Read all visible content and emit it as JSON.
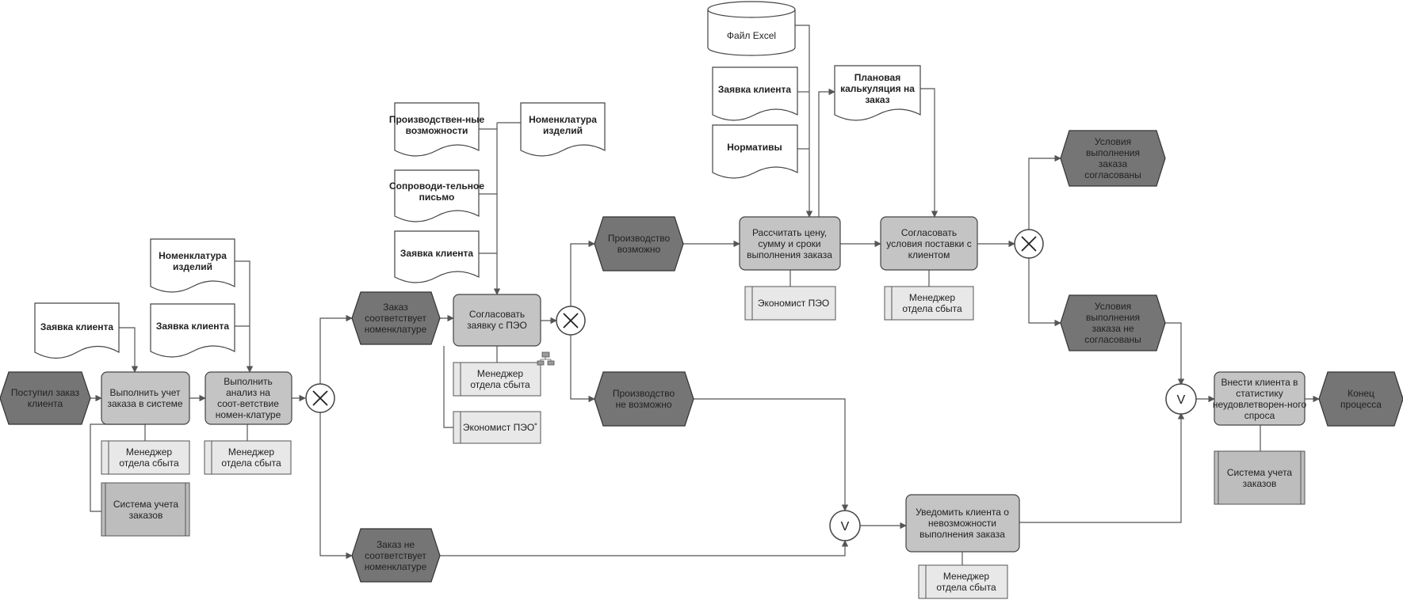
{
  "events": {
    "order_received": "Поступил заказ клиента",
    "matches_nomenclature": "Заказ соответствует номенклатуре",
    "not_matches_nomenclature": "Заказ не соответствует номенклатуре",
    "production_possible": "Производство возможно",
    "production_impossible": "Производство не возможно",
    "conditions_agreed": "Условия выполнения заказа согласованы",
    "conditions_not_agreed": "Условия выполнения заказа не согласованы",
    "process_end": "Конец процесса"
  },
  "functions": {
    "register_order": "Выполнить учет заказа в системе",
    "analyze_match": "Выполнить анализ на соот-ветствие номен-клатуре",
    "approve_pto": "Согласовать заявку с ПЭО",
    "calc_price": "Рассчитать цену, сумму и сроки выполнения заказа",
    "agree_terms": "Согласовать условия поставки с клиентом",
    "notify_client": "Уведомить клиента о невозможности выполнения заказа",
    "add_statistics": "Внести клиента в статистику неудовлетворен-ного спроса"
  },
  "roles": {
    "sales_manager": "Менеджер отдела сбыта",
    "economist": "Экономист ПЭО",
    "economist_mark": "Экономист ПЭО˚"
  },
  "systems": {
    "order_system": "Система учета заказов"
  },
  "documents": {
    "client_request": "Заявка клиента",
    "nomenclature": "Номенклатура изделий",
    "production_capacity": "Производствен-ные возможности",
    "cover_letter": "Сопроводи-тельное письмо",
    "norms": "Нормативы",
    "planned_costing": "Плановая калькуляция на заказ",
    "excel_file": "Файл Excel"
  },
  "gateways": {
    "xor": "×",
    "or": "V"
  }
}
